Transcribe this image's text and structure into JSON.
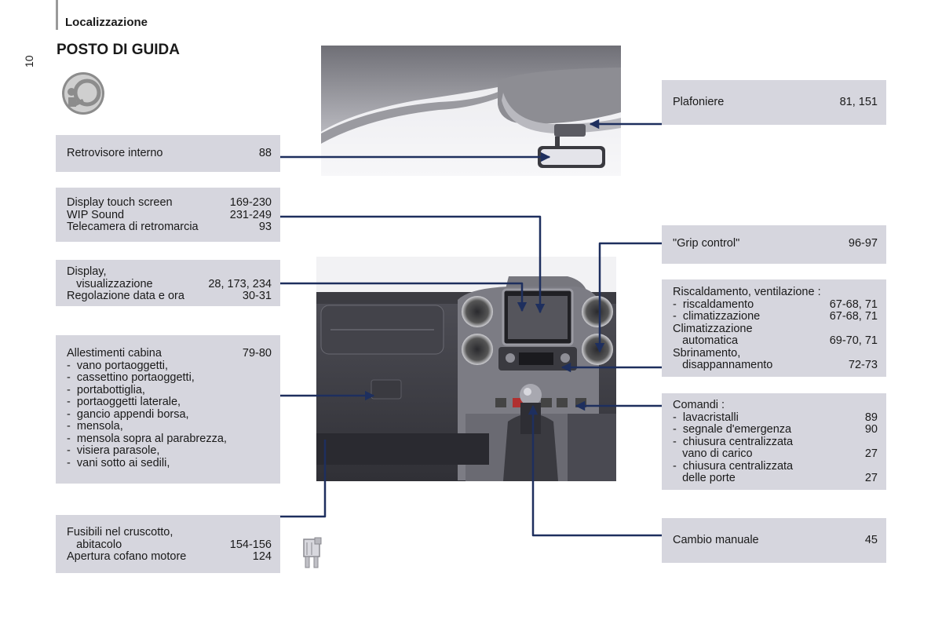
{
  "header": {
    "section": "Localizzazione",
    "page_number": "10",
    "title": "POSTO DI GUIDA"
  },
  "left_boxes": {
    "retrovisore": {
      "rows": [
        {
          "label": "Retrovisore interno",
          "value": "88"
        }
      ]
    },
    "display_touch": {
      "rows": [
        {
          "label": "Display touch screen",
          "value": "169-230"
        },
        {
          "label": "WIP Sound",
          "value": "231-249"
        },
        {
          "label": "Telecamera di retromarcia",
          "value": "93"
        }
      ]
    },
    "display": {
      "rows": [
        {
          "label": "Display,",
          "value": ""
        },
        {
          "label": "   visualizzazione",
          "value": "28, 173, 234"
        },
        {
          "label": "Regolazione data e ora",
          "value": "30-31"
        }
      ]
    },
    "allestimenti": {
      "rows": [
        {
          "label": "Allestimenti cabina",
          "value": "79-80"
        },
        {
          "label": "-  vano portaoggetti,",
          "value": ""
        },
        {
          "label": "-  cassettino portaoggetti,",
          "value": ""
        },
        {
          "label": "-  portabottiglia,",
          "value": ""
        },
        {
          "label": "-  portaoggetti laterale,",
          "value": ""
        },
        {
          "label": "-  gancio appendi borsa,",
          "value": ""
        },
        {
          "label": "-  mensola,",
          "value": ""
        },
        {
          "label": "-  mensola sopra al parabrezza,",
          "value": ""
        },
        {
          "label": "-  visiera parasole,",
          "value": ""
        },
        {
          "label": "-  vani sotto ai sedili,",
          "value": ""
        }
      ]
    },
    "fusibili": {
      "rows": [
        {
          "label": "Fusibili nel cruscotto,",
          "value": ""
        },
        {
          "label": "   abitacolo",
          "value": "154-156"
        },
        {
          "label": "Apertura cofano motore",
          "value": "124"
        }
      ]
    }
  },
  "right_boxes": {
    "plafoniere": {
      "rows": [
        {
          "label": "Plafoniere",
          "value": "81, 151"
        }
      ]
    },
    "grip": {
      "rows": [
        {
          "label": "\"Grip control\"",
          "value": "96-97"
        }
      ]
    },
    "riscaldamento": {
      "rows": [
        {
          "label": "Riscaldamento, ventilazione :",
          "value": ""
        },
        {
          "label": "-  riscaldamento",
          "value": "67-68, 71"
        },
        {
          "label": "-  climatizzazione",
          "value": "67-68, 71"
        },
        {
          "label": "Climatizzazione",
          "value": ""
        },
        {
          "label": "   automatica",
          "value": "69-70, 71"
        },
        {
          "label": "Sbrinamento,",
          "value": ""
        },
        {
          "label": "   disappannamento",
          "value": "72-73"
        }
      ]
    },
    "comandi": {
      "rows": [
        {
          "label": "Comandi :",
          "value": ""
        },
        {
          "label": "-  lavacristalli",
          "value": "89"
        },
        {
          "label": "-  segnale d'emergenza",
          "value": "90"
        },
        {
          "label": "-  chiusura centralizzata",
          "value": ""
        },
        {
          "label": "   vano di carico",
          "value": "27"
        },
        {
          "label": "-  chiusura centralizzata",
          "value": ""
        },
        {
          "label": "   delle porte",
          "value": "27"
        }
      ]
    },
    "cambio": {
      "rows": [
        {
          "label": "Cambio manuale",
          "value": "45"
        }
      ]
    }
  },
  "icons": {
    "section_icon": "driver-steering-wheel-icon",
    "fuse_icon": "fuse-icon"
  },
  "colors": {
    "box_bg": "#d6d6de",
    "leader_line": "#1e2f5e"
  }
}
